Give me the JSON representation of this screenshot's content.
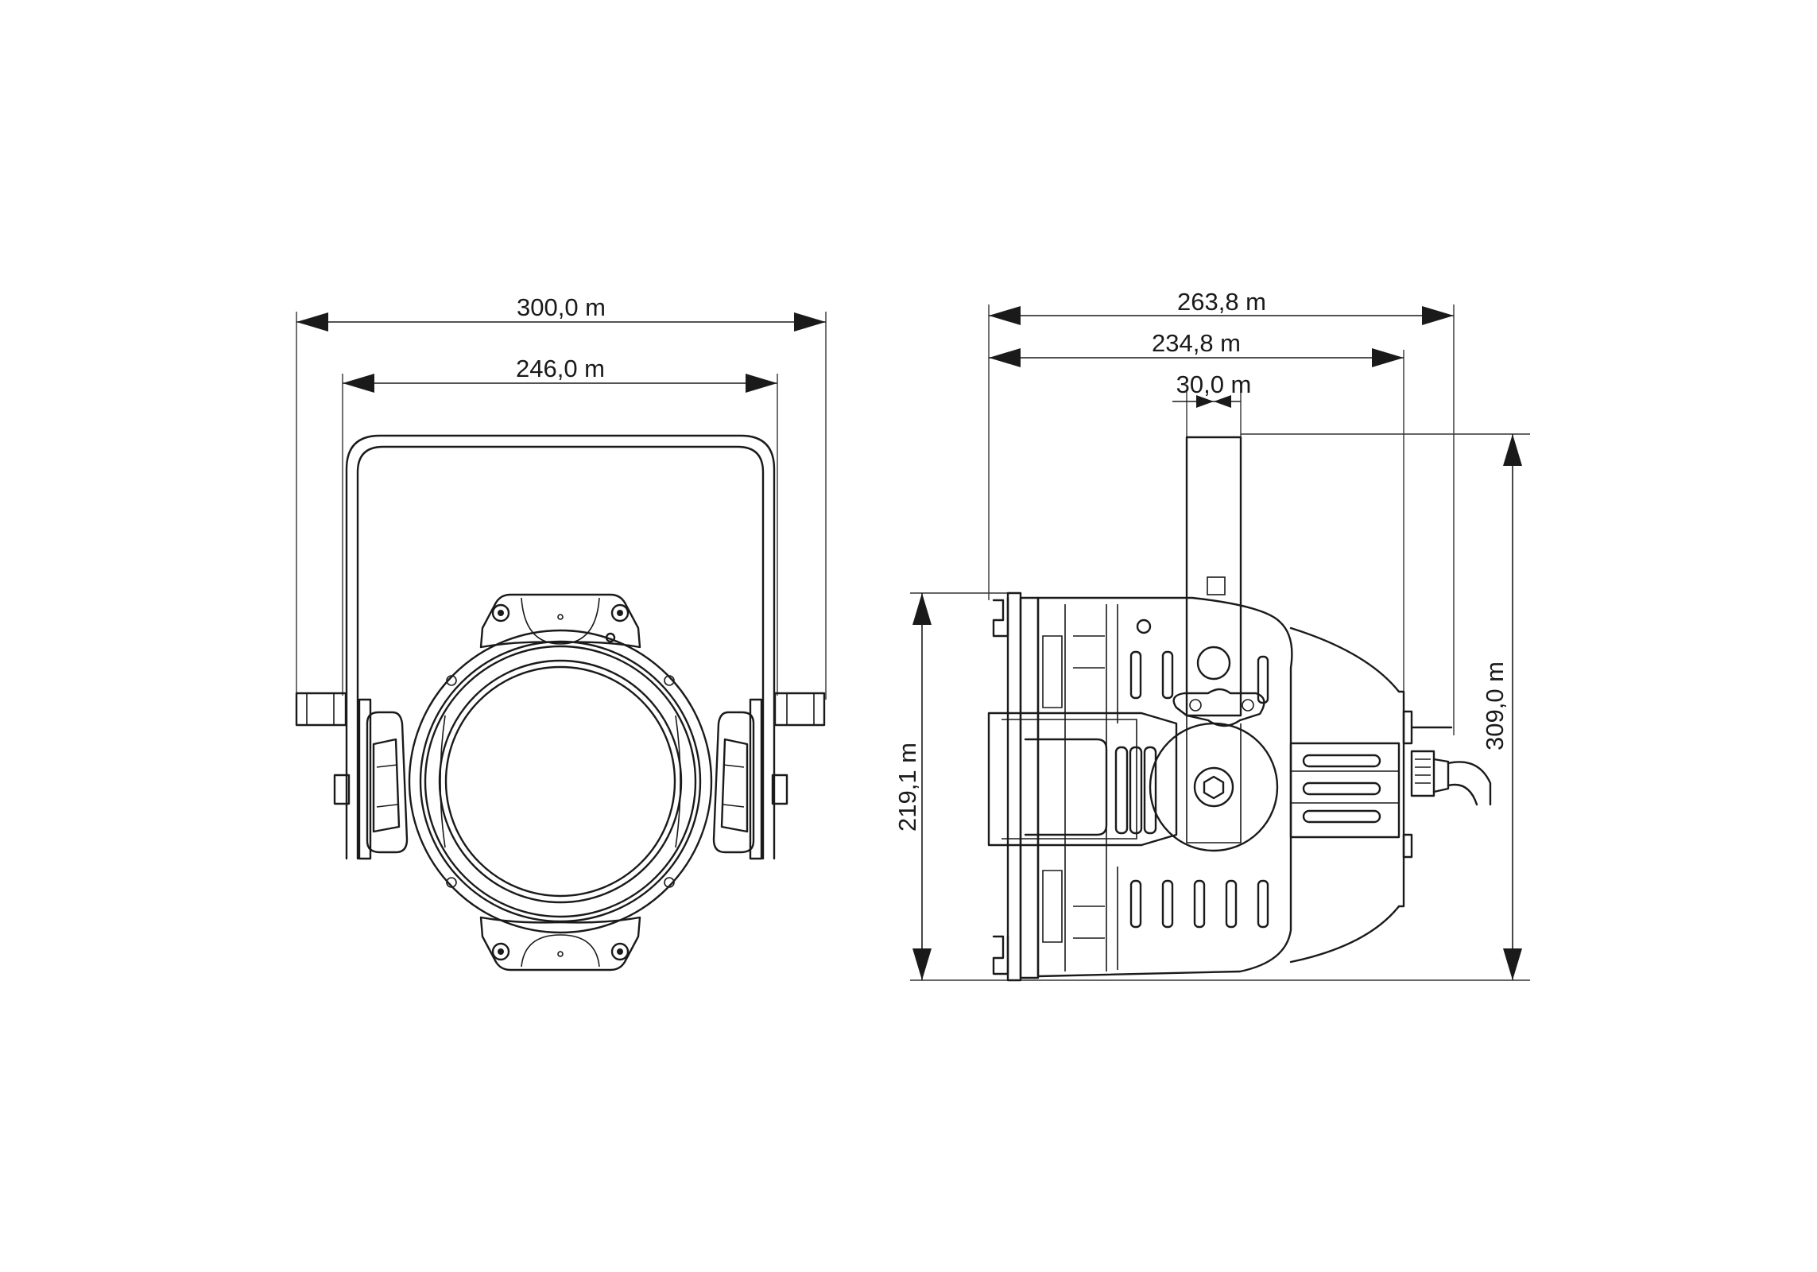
{
  "front_view": {
    "dim_overall_width": "300,0 m",
    "dim_bracket_width": "246,0 m"
  },
  "side_view": {
    "dim_overall_depth": "263,8 m",
    "dim_body_depth": "234,8 m",
    "dim_yoke_width": "30,0 m",
    "dim_body_height": "219,1 m",
    "dim_overall_height": "309,0 m"
  },
  "colors": {
    "line": "#1a1a1a",
    "background": "#ffffff"
  }
}
